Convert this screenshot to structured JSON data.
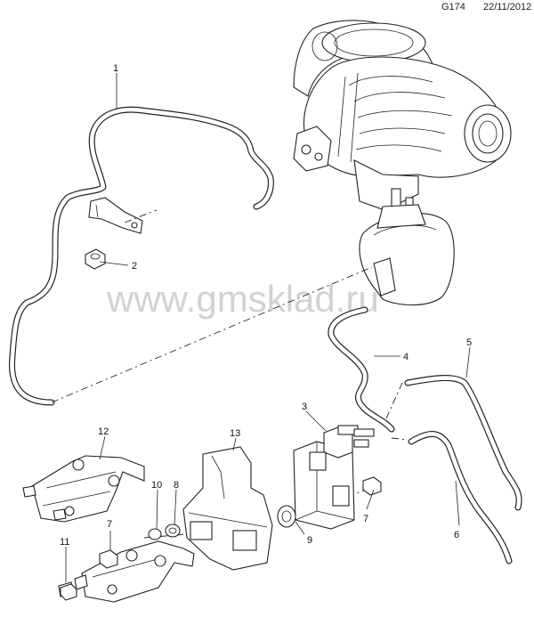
{
  "header": {
    "diagram_code": "G174",
    "date": "22/11/2012"
  },
  "watermark": "www.gmsklad.ru",
  "callouts": [
    "1",
    "2",
    "3",
    "4",
    "5",
    "6",
    "7",
    "7",
    "8",
    "9",
    "10",
    "11",
    "12",
    "13"
  ],
  "icons": {
    "turbocharger": "turbocharger-icon",
    "vacuum_line": "vacuum-line-icon",
    "solenoid_valve": "solenoid-valve-icon",
    "bracket": "bracket-icon",
    "bolt": "bolt-icon"
  }
}
